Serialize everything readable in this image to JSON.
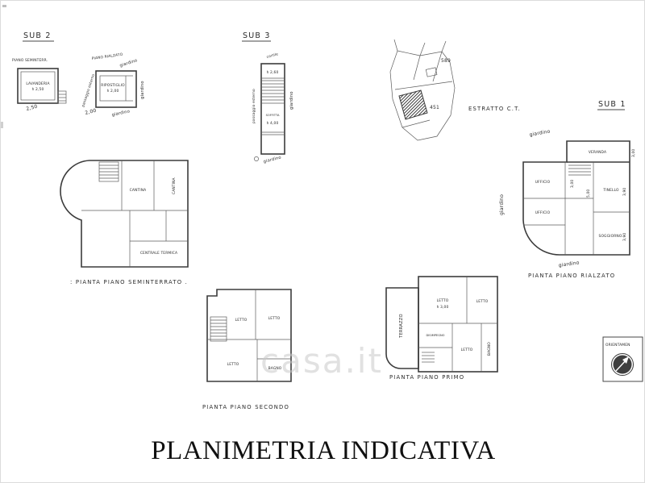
{
  "title": "PLANIMETRIA INDICATIVA",
  "watermark": "casa.it",
  "sub2": {
    "label": "SUB 2",
    "plan_seminterrato": {
      "caption": "PIANO SEMINTERR.",
      "room": "LAVANDERIA",
      "room_height": "h 2,50",
      "dim_width": "2,50"
    },
    "plan_rialzato": {
      "caption": "PIANO RIALZATO",
      "garden_top": "giardino",
      "room": "RIPOSTIGLIO",
      "room_height": "h 2,00",
      "dim_width": "2,00",
      "passage": "passaggio esterno",
      "garden_right": "giardino",
      "garden_bottom": "giardino"
    }
  },
  "sub3": {
    "label": "SUB 3",
    "court": "cortile",
    "cell_height_1": "h 2,60",
    "cell_room": "SOFFITTA",
    "cell_height_2": "h 4,00",
    "passage": "passaggio esterno",
    "garden_right": "giardino",
    "garden_bottom": "giardino"
  },
  "estratto": {
    "label": "ESTRATTO C.T.",
    "parcel_number_1": "589",
    "parcel_number_2": "451"
  },
  "sub1": {
    "label": "SUB 1",
    "garden_top": "giardino",
    "garden_left": "giardino",
    "garden_bottom": "giardino",
    "caption": "PIANTA PIANO RIALZATO",
    "rooms": {
      "veranda": "VERANDA",
      "ufficio_1": "UFFICIO",
      "tinello": "TINELLO",
      "ufficio_2": "UFFICIO",
      "soggiorno": "SOGGIORNO"
    },
    "dims": {
      "veranda_w": "3,00",
      "corridor": "3,00",
      "center": "5,00",
      "tinello_w": "3,90",
      "soggiorno_w": "3,90"
    }
  },
  "seminterrato": {
    "caption": ": PIANTA PIANO SEMINTERRATO .",
    "rooms": {
      "cantina_1": "CANTINA",
      "cantina_2": "CANTINA",
      "centrale": "CENTRALE TERMICA"
    }
  },
  "secondo": {
    "caption": "PIANTA PIANO SECONDO",
    "rooms": {
      "letto_1": "LETTO",
      "letto_2": "LETTO",
      "letto_3": "LETTO",
      "bagno": "BAGNO"
    }
  },
  "primo": {
    "caption": "PIANTA PIANO PRIMO",
    "rooms": {
      "terrazzo": "TERRAZZO",
      "letto_1": "LETTO",
      "letto_1_height": "h 3,00",
      "letto_2": "LETTO",
      "disimpegno": "DISIMPEGNO",
      "letto_3": "LETTO",
      "bagno": "BAGNO"
    }
  },
  "orientation": {
    "label": "ORIENTAMEN"
  }
}
